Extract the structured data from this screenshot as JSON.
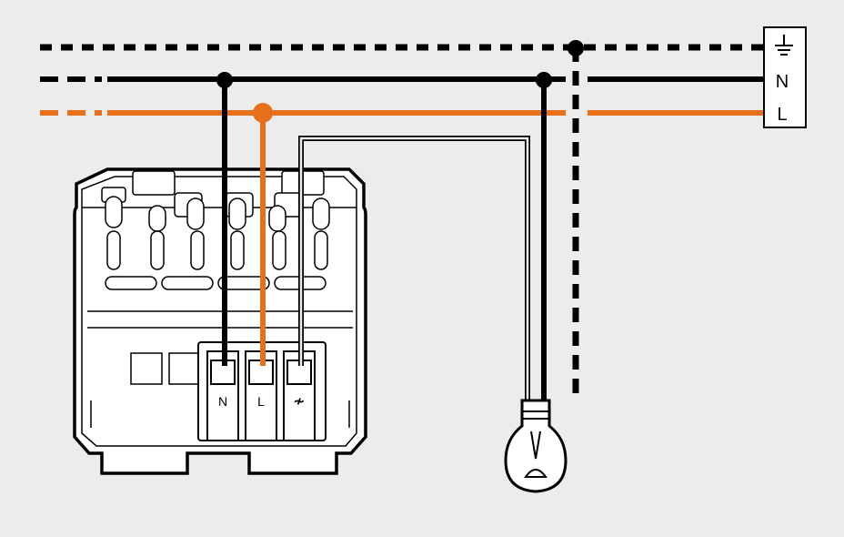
{
  "colors": {
    "background": "#ececec",
    "neutral_wire": "#000000",
    "earth_wire": "#000000",
    "live_wire": "#e8701a",
    "outline": "#000000",
    "device_fill": "#ffffff"
  },
  "supply": {
    "earth_symbol": "earth-ground-icon",
    "neutral_label": "N",
    "live_label": "L"
  },
  "device": {
    "terminals": [
      {
        "label": "N"
      },
      {
        "label": "L"
      },
      {
        "label": "≁"
      }
    ]
  },
  "load": {
    "icon": "light-bulb-icon"
  }
}
